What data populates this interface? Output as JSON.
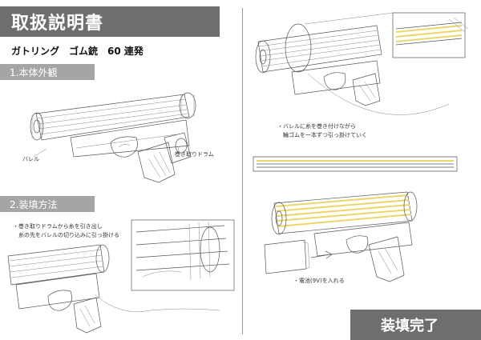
{
  "header": {
    "title": "取扱説明書"
  },
  "product": {
    "name": "ガトリング　ゴム銃　60 連発"
  },
  "sections": [
    {
      "label": "1.本体外観"
    },
    {
      "label": "2.装填方法"
    }
  ],
  "callouts": {
    "barrel": "バレル",
    "drum": "巻き取りドラム"
  },
  "steps": {
    "step1": "・巻き取りドラムから糸を引き出し\n　糸の先をバレルの切り込みに引っ掛ける",
    "step2": "・バレルに糸を巻き付けながら\n　輪ゴムを一本ずつ引っ掛けていく",
    "battery": "・電池(9V)を入れる"
  },
  "footer": {
    "complete_label": "装填完了"
  },
  "colors": {
    "title_bar": "#6e6e6e",
    "section_bar": "#a5a5a5",
    "rubber_band": "#ecd66a"
  }
}
